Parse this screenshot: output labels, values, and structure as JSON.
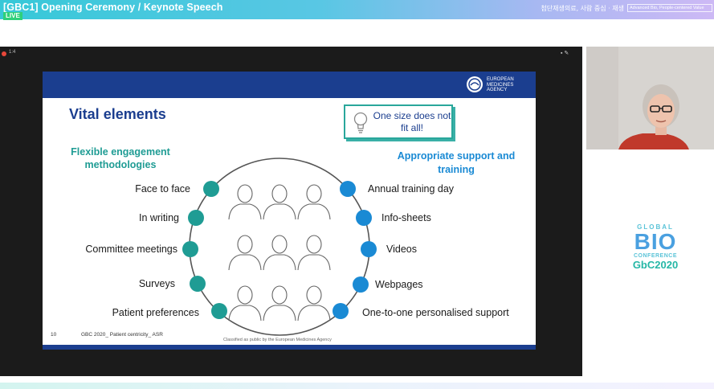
{
  "banner": {
    "title": "[GBC1] Opening Ceremony / Keynote Speech",
    "live": "LIVE",
    "sponsor": "첨단재생의료, 사람 중심 · 재생",
    "sponsor_box": "Advanced Bio, People-centered Value"
  },
  "video_controls": {
    "left_text": "1:4",
    "right_text": "▪ ✎"
  },
  "slide": {
    "agency": "EUROPEAN MEDICINES AGENCY",
    "title": "Vital elements",
    "callout": "One size does not fit all!",
    "left_heading": "Flexible engagement methodologies",
    "right_heading": "Appropriate support and training",
    "left_items": [
      "Face to face",
      "In writing",
      "Committee meetings",
      "Surveys",
      "Patient preferences"
    ],
    "right_items": [
      "Annual training day",
      "Info-sheets",
      "Videos",
      "Webpages",
      "One-to-one personalised support"
    ],
    "page_number": "10",
    "footer": "GBC 2020_ Patient centricity_ ASR",
    "classification": "Classified as public by the European Medicines Agency",
    "colors": {
      "header": "#1b3e8f",
      "teal": "#1f9c94",
      "blue": "#1a8ad4"
    }
  },
  "conference_logo": {
    "global": "GLOBAL",
    "bio": "BIO",
    "conference": "CONFERENCE",
    "gbc": "GbC2020"
  }
}
